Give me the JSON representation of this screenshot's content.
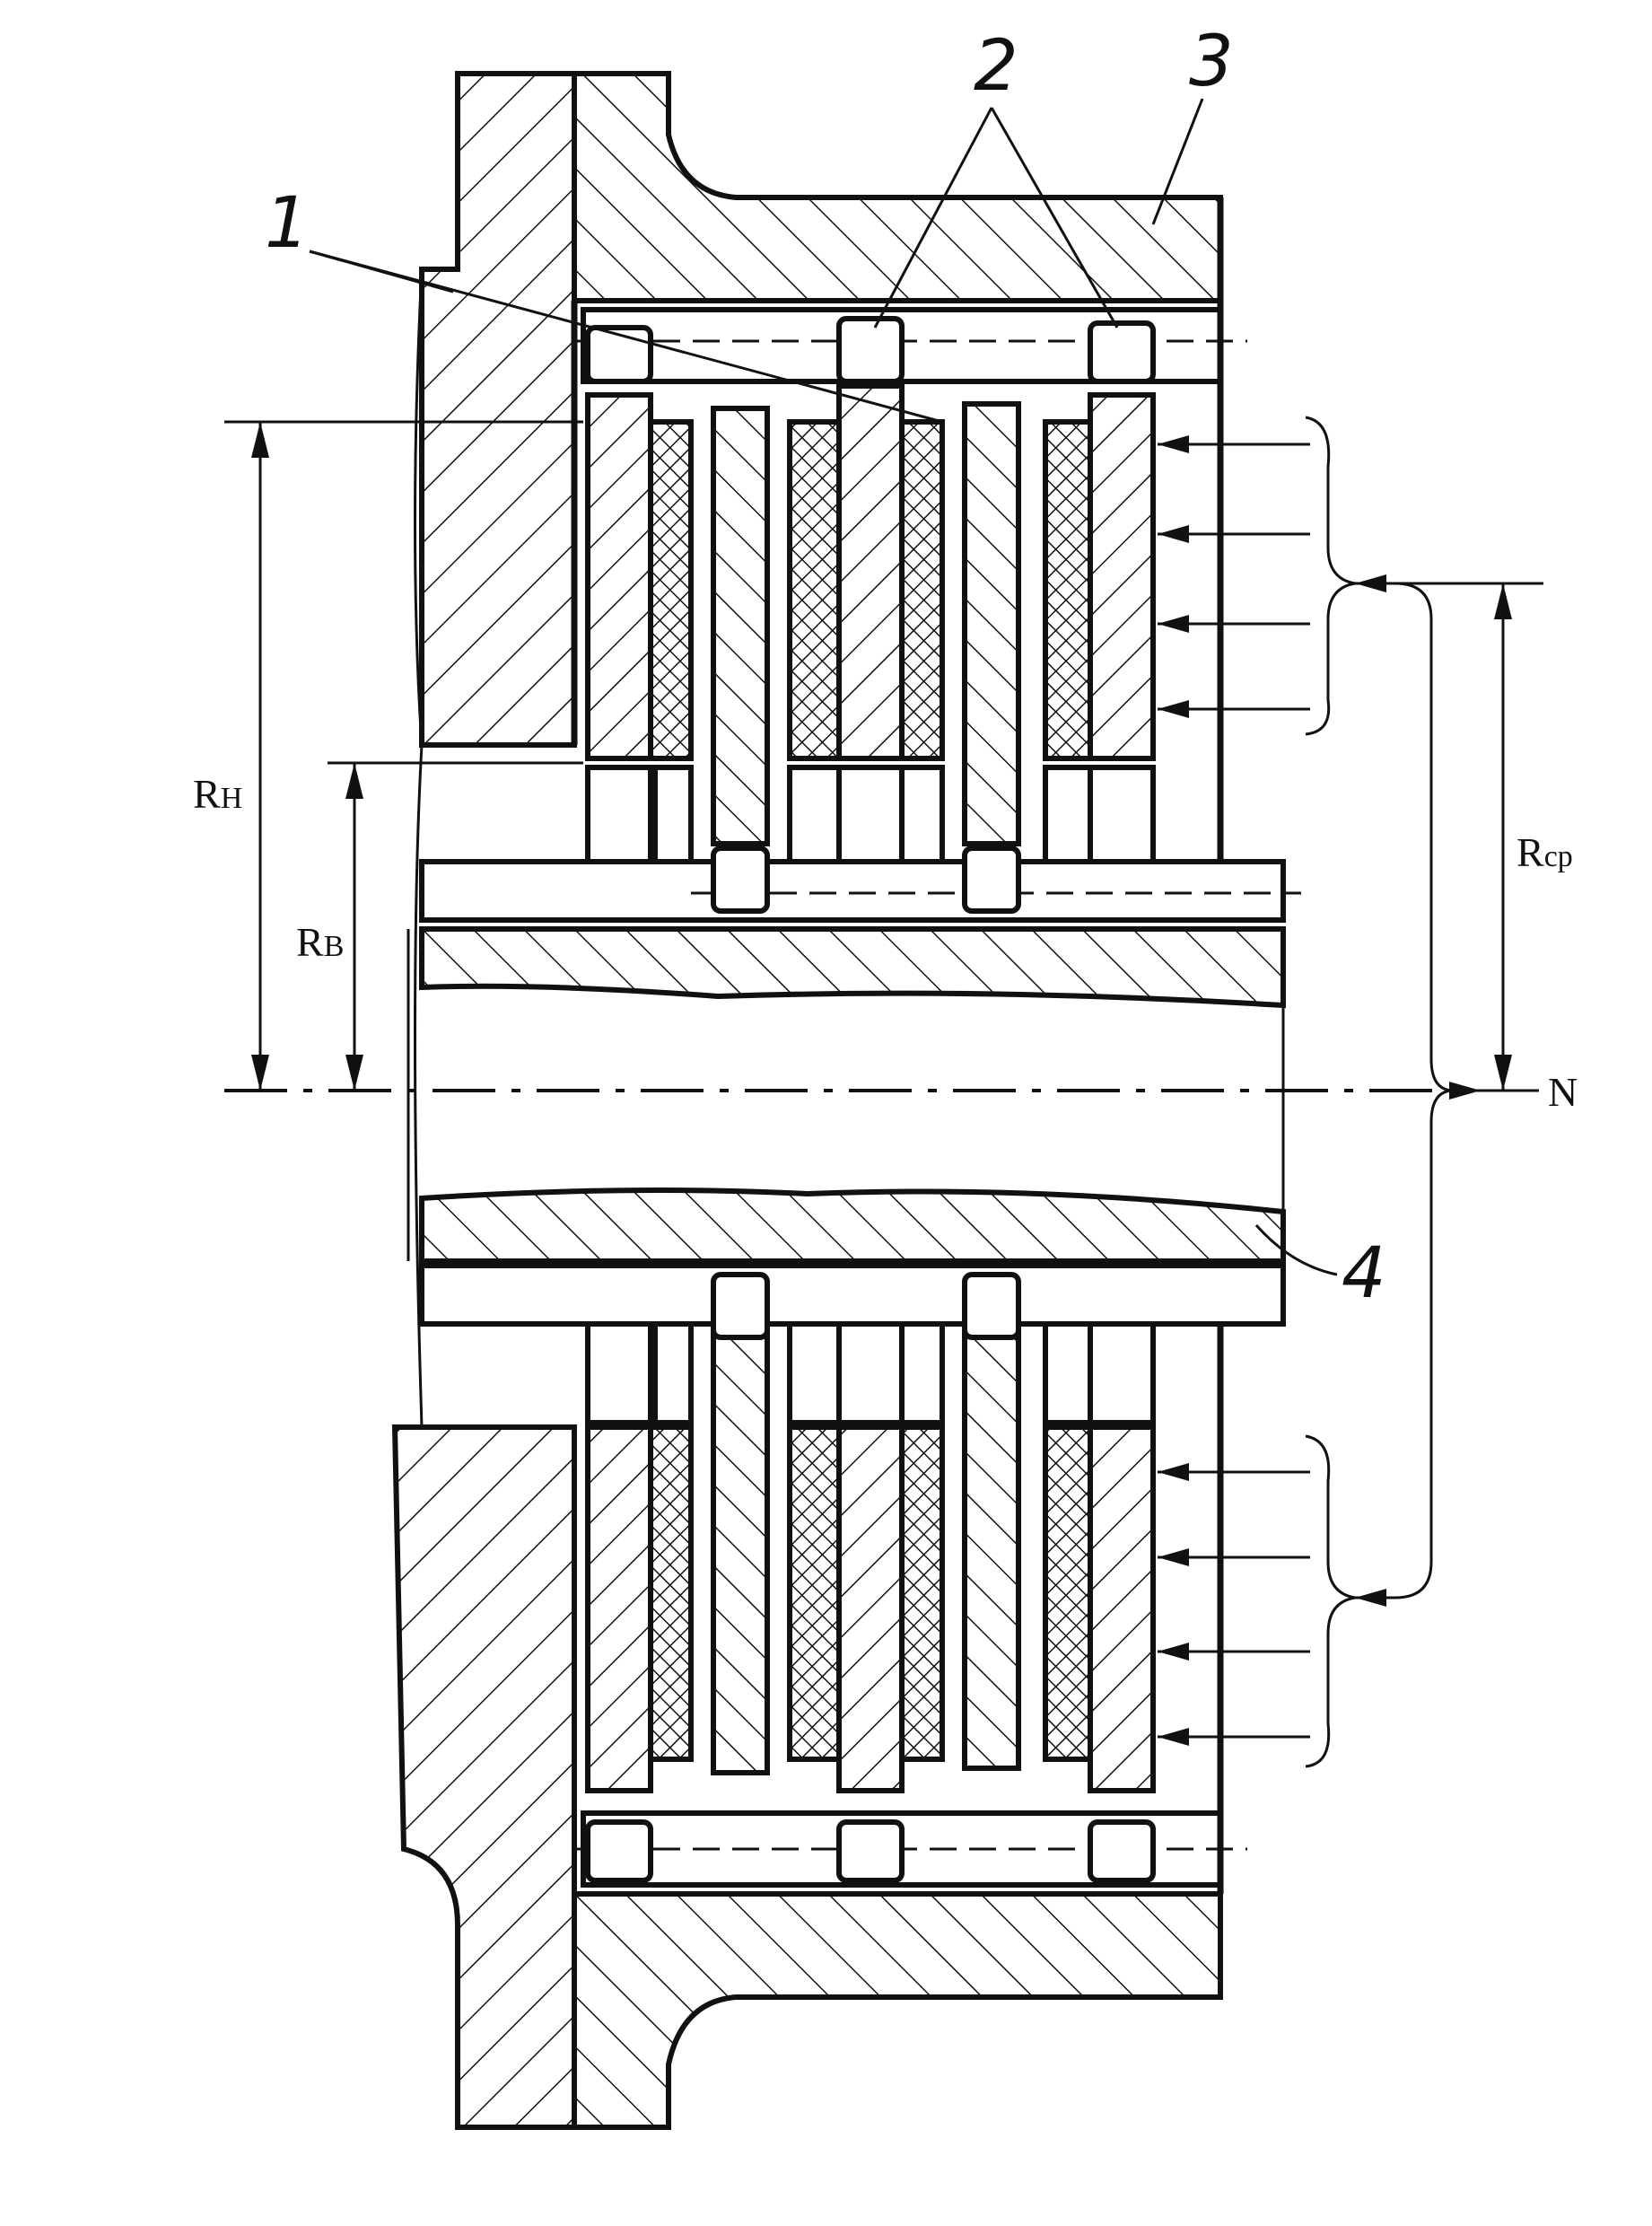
{
  "diagram": {
    "callouts": {
      "c1": "1",
      "c2": "2",
      "c3": "3",
      "c4": "4"
    },
    "dimensions": {
      "rh_main": "R",
      "rh_sub": "Н",
      "rb_main": "R",
      "rb_sub": "В",
      "rcp_main": "R",
      "rcp_sub": "ср"
    },
    "force_label": "N",
    "colors": {
      "ink": "#111111",
      "paper": "#ffffff"
    }
  }
}
